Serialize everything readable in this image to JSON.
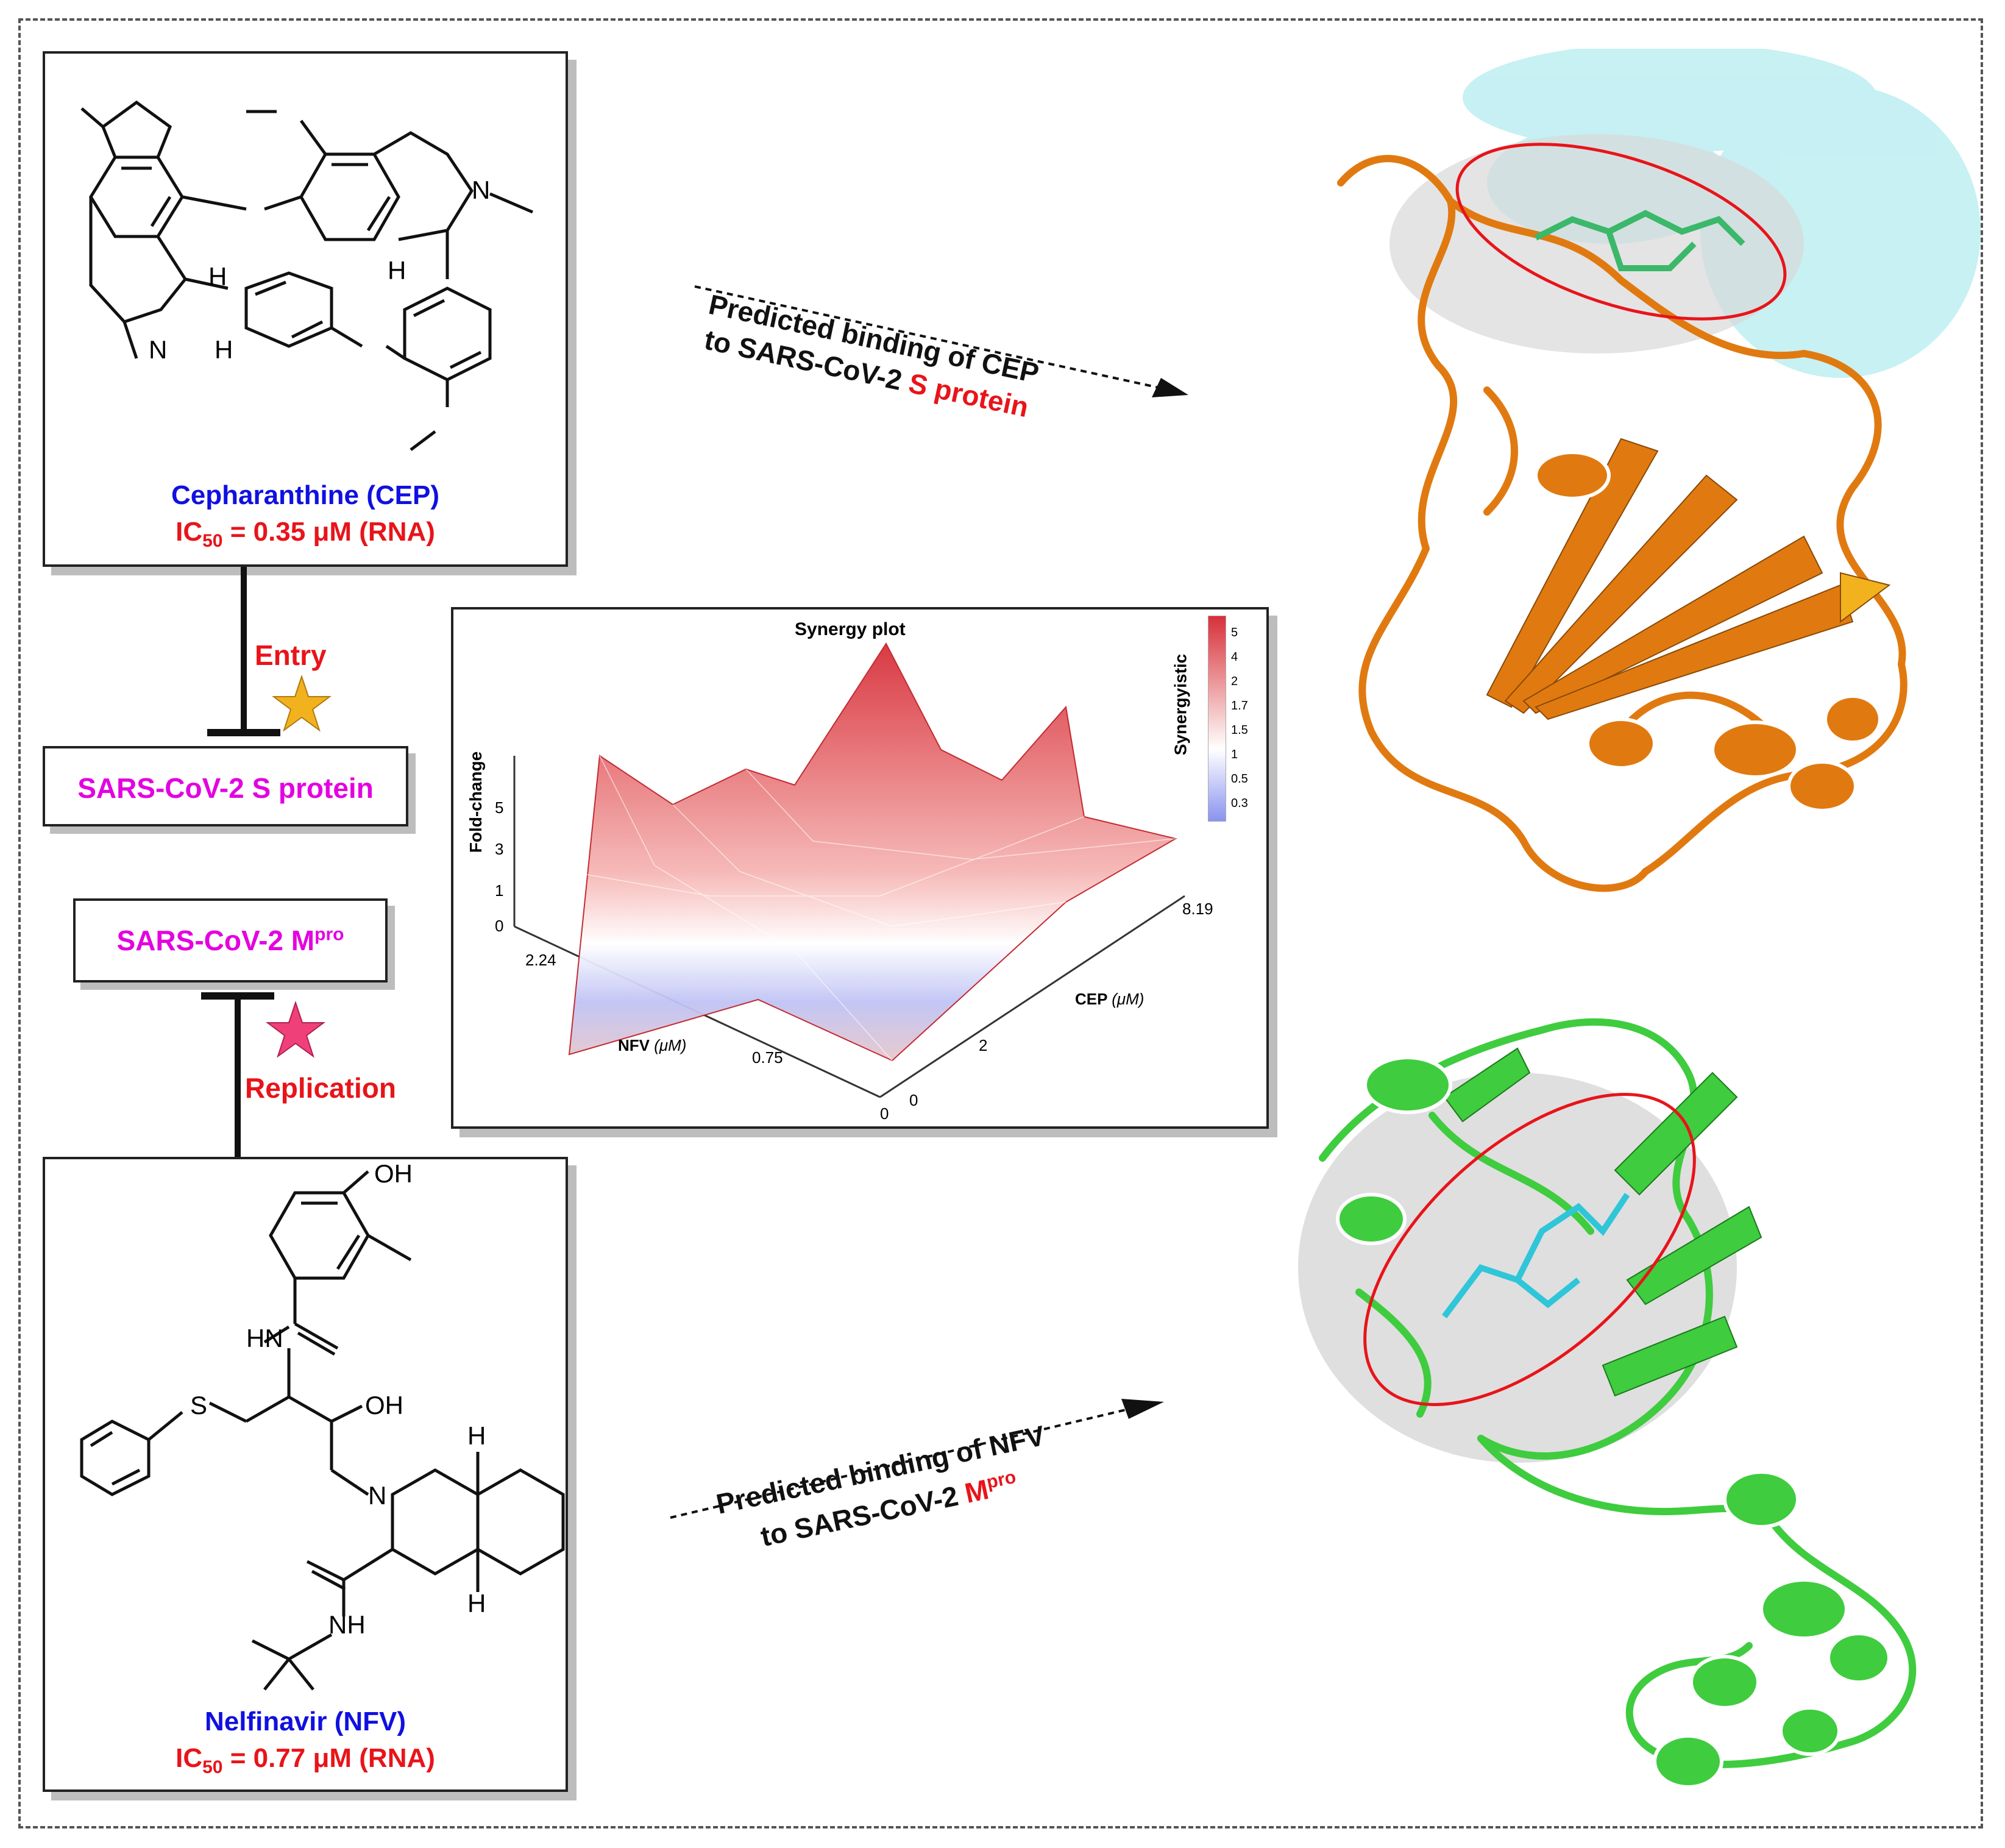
{
  "cep": {
    "name": "Cepharanthine (CEP)",
    "ic50_prefix": "IC",
    "ic50_sub": "50",
    "ic50_value": " = 0.35 μM (RNA)"
  },
  "nfv": {
    "name": "Nelfinavir (NFV)",
    "ic50_prefix": "IC",
    "ic50_sub": "50",
    "ic50_value": " = 0.77 μM (RNA)"
  },
  "targets": {
    "s_protein": "SARS-CoV-2 S protein",
    "mpro_prefix": "SARS-CoV-2 M",
    "mpro_sup": "pro"
  },
  "steps": {
    "entry": "Entry",
    "replication": "Replication"
  },
  "arrows": {
    "cep_line1": "Predicted binding of CEP",
    "cep_line2_prefix": "to SARS-CoV-2 ",
    "cep_line2_highlight": "S protein",
    "nfv_line1": "Predicted binding of NFV",
    "nfv_line2_prefix": "to SARS-CoV-2 ",
    "nfv_line2_highlight": "M",
    "nfv_line2_sup": "pro"
  },
  "chem_labels": {
    "h": "H",
    "n": "N",
    "oh": "OH",
    "hn": "HN",
    "nh": "NH",
    "s": "S"
  },
  "chart_data": {
    "type": "surface",
    "title": "Synergy plot",
    "zlabel": "Fold-change",
    "xlabel": "NFV",
    "xunit": "(μM)",
    "ylabel": "CEP",
    "yunit": "(μM)",
    "z_ticks": [
      "0",
      "1",
      "3",
      "5"
    ],
    "x_ticks": [
      "2.24",
      "0.75",
      "0"
    ],
    "y_ticks": [
      "0",
      "2",
      "8.19"
    ],
    "legend_title": "Synergyistic",
    "legend_ticks": [
      "5",
      "4",
      "2",
      "1.7",
      "1.5",
      "1",
      "0.5",
      "0.3"
    ],
    "colors": {
      "high": "#d8303a",
      "mid": "#ffffff",
      "low": "#8a93f0"
    }
  },
  "colors": {
    "s_protein": "#e07a10",
    "mpro": "#3fcc3f",
    "highlight_ring": "#e8141a",
    "star_entry": "#f2b21e",
    "star_replication": "#f0407a"
  }
}
